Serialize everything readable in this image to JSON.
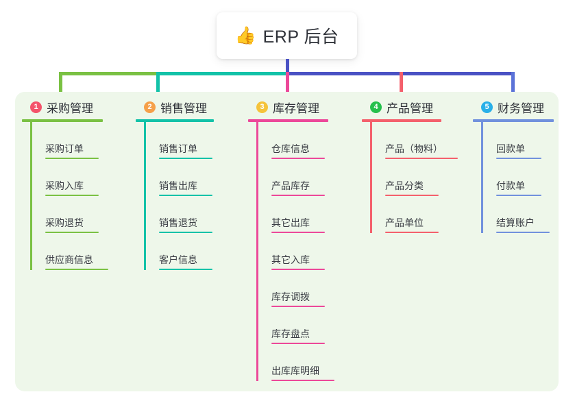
{
  "root": {
    "icon": "thumbs-up-icon",
    "emoji": "👍",
    "title": "ERP 后台"
  },
  "colors": {
    "panel_bg": "#eef7ea",
    "root_stem": "#4a52c4",
    "text": "#2e3138"
  },
  "columns": [
    {
      "index": "1",
      "title": "采购管理",
      "badge_color": "#f4536b",
      "line_color": "#7ac143",
      "items": [
        {
          "label": "采购订单",
          "rule_width": 78
        },
        {
          "label": "采购入库",
          "rule_width": 78
        },
        {
          "label": "采购退货",
          "rule_width": 78
        },
        {
          "label": "供应商信息",
          "rule_width": 92
        }
      ]
    },
    {
      "index": "2",
      "title": "销售管理",
      "badge_color": "#f5a04a",
      "line_color": "#13c2a8",
      "items": [
        {
          "label": "销售订单",
          "rule_width": 78
        },
        {
          "label": "销售出库",
          "rule_width": 78
        },
        {
          "label": "销售退货",
          "rule_width": 78
        },
        {
          "label": "客户信息",
          "rule_width": 78
        }
      ]
    },
    {
      "index": "3",
      "title": "库存管理",
      "badge_color": "#f5c33a",
      "line_color": "#ec4899",
      "items": [
        {
          "label": "仓库信息",
          "rule_width": 78
        },
        {
          "label": "产品库存",
          "rule_width": 78
        },
        {
          "label": "其它出库",
          "rule_width": 78
        },
        {
          "label": "其它入库",
          "rule_width": 78
        },
        {
          "label": "库存调拨",
          "rule_width": 78
        },
        {
          "label": "库存盘点",
          "rule_width": 78
        },
        {
          "label": "出库库明细",
          "rule_width": 92
        }
      ]
    },
    {
      "index": "4",
      "title": "产品管理",
      "badge_color": "#26c04d",
      "line_color": "#f4606c",
      "items": [
        {
          "label": "产品（物料）",
          "rule_width": 106
        },
        {
          "label": "产品分类",
          "rule_width": 78
        },
        {
          "label": "产品单位",
          "rule_width": 78
        }
      ]
    },
    {
      "index": "5",
      "title": "财务管理",
      "badge_color": "#29b0e8",
      "line_color": "#7191dd",
      "items": [
        {
          "label": "回款单",
          "rule_width": 66
        },
        {
          "label": "付款单",
          "rule_width": 66
        },
        {
          "label": "结算账户",
          "rule_width": 78
        }
      ]
    }
  ],
  "layout": {
    "column_lefts": [
      32,
      198,
      362,
      528,
      690
    ],
    "column_rule_widths": [
      118,
      114,
      117,
      116,
      118
    ]
  }
}
